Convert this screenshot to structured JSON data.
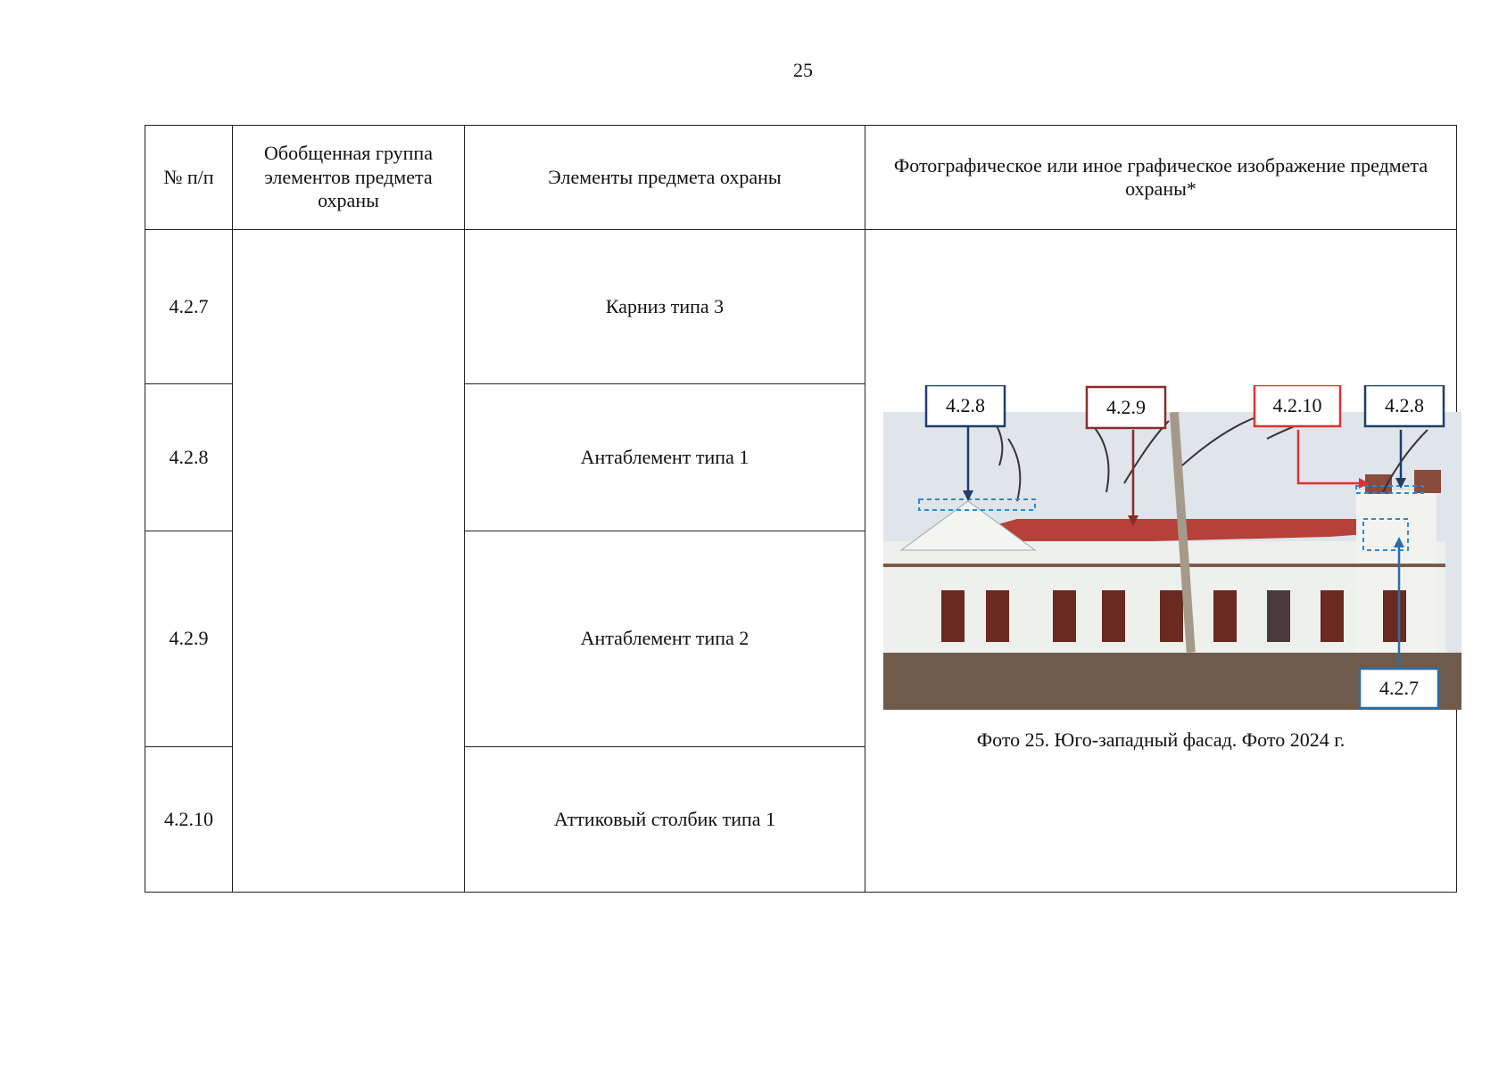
{
  "page_number": "25",
  "table": {
    "headers": {
      "num": "№ п/п",
      "group": "Обобщенная группа элементов предмета охраны",
      "elements": "Элементы предмета охраны",
      "photo": "Фотографическое или иное графическое изображение предмета охраны*"
    },
    "rows": [
      {
        "num": "4.2.7",
        "element": "Карниз типа 3"
      },
      {
        "num": "4.2.8",
        "element": "Антаблемент типа 1"
      },
      {
        "num": "4.2.9",
        "element": "Антаблемент типа 2"
      },
      {
        "num": "4.2.10",
        "element": "Аттиковый столбик типа 1"
      }
    ],
    "group_value": ""
  },
  "photo": {
    "labels": {
      "l1": "4.2.8",
      "l2": "4.2.9",
      "l3": "4.2.10",
      "l4": "4.2.8",
      "l5": "4.2.7"
    },
    "colors": {
      "blue": "#1f3d6b",
      "darkred": "#8b2b2b",
      "red": "#e03030",
      "lightblue": "#2a8ad4",
      "bluebox": "#2a6fa8"
    },
    "caption": "Фото 25. Юго-западный фасад. Фото 2024 г."
  }
}
